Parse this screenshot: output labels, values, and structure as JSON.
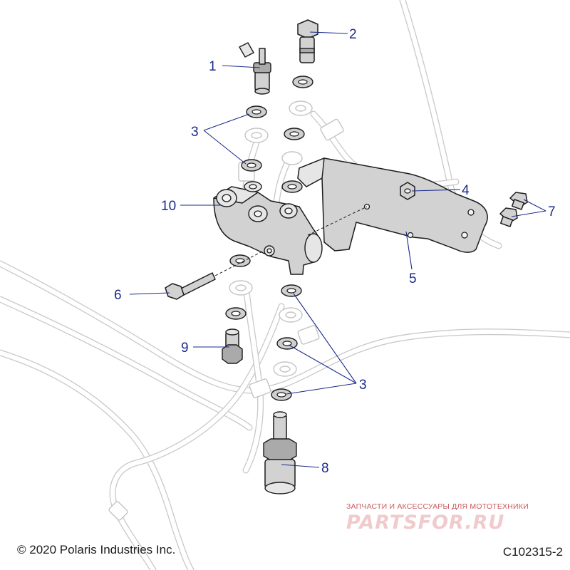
{
  "callouts": [
    "1",
    "2",
    "3",
    "4",
    "5",
    "6",
    "7",
    "8",
    "9",
    "10",
    "3"
  ],
  "footer": {
    "copyright": "© 2020 Polaris Industries Inc.",
    "figure_id": "C102315-2"
  },
  "watermark": {
    "tagline": "ЗАПЧАСТИ И АКСЕССУАРЫ ДЛЯ МОТОТЕХНИКИ",
    "logo": "PARTSFOR.RU"
  },
  "colors": {
    "callout": "#1a2a8a",
    "line_art": "#1c1c1c",
    "part_fill": "#d2d2d2",
    "hose": "#c9c9c9",
    "watermark": "#c75b62"
  }
}
